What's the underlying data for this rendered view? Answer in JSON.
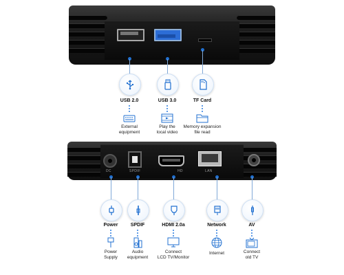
{
  "top_ports": [
    {
      "label": "USB 2.0",
      "desc": [
        "External",
        "equipment"
      ]
    },
    {
      "label": "USB 3.0",
      "desc": [
        "Play the",
        "local video"
      ]
    },
    {
      "label": "TF Card",
      "desc": [
        "Memory expansion",
        "file read"
      ]
    }
  ],
  "bottom_ports": [
    {
      "label": "Power",
      "desc": [
        "Power",
        "Supply"
      ]
    },
    {
      "label": "SPDIF",
      "desc": [
        "Audio",
        "equipment"
      ]
    },
    {
      "label": "HDMI 2.0a",
      "desc": [
        "Connect",
        "LCD TV/Monitor"
      ]
    },
    {
      "label": "Network",
      "desc": [
        "Internet"
      ]
    },
    {
      "label": "AV",
      "desc": [
        "Connect",
        "old TV"
      ]
    }
  ],
  "device_markings": {
    "dc": "DC",
    "spdif": "SPDIF",
    "hdmi": "HD",
    "lan": "LAN"
  },
  "colors": {
    "accent": "#1f6fd0"
  }
}
